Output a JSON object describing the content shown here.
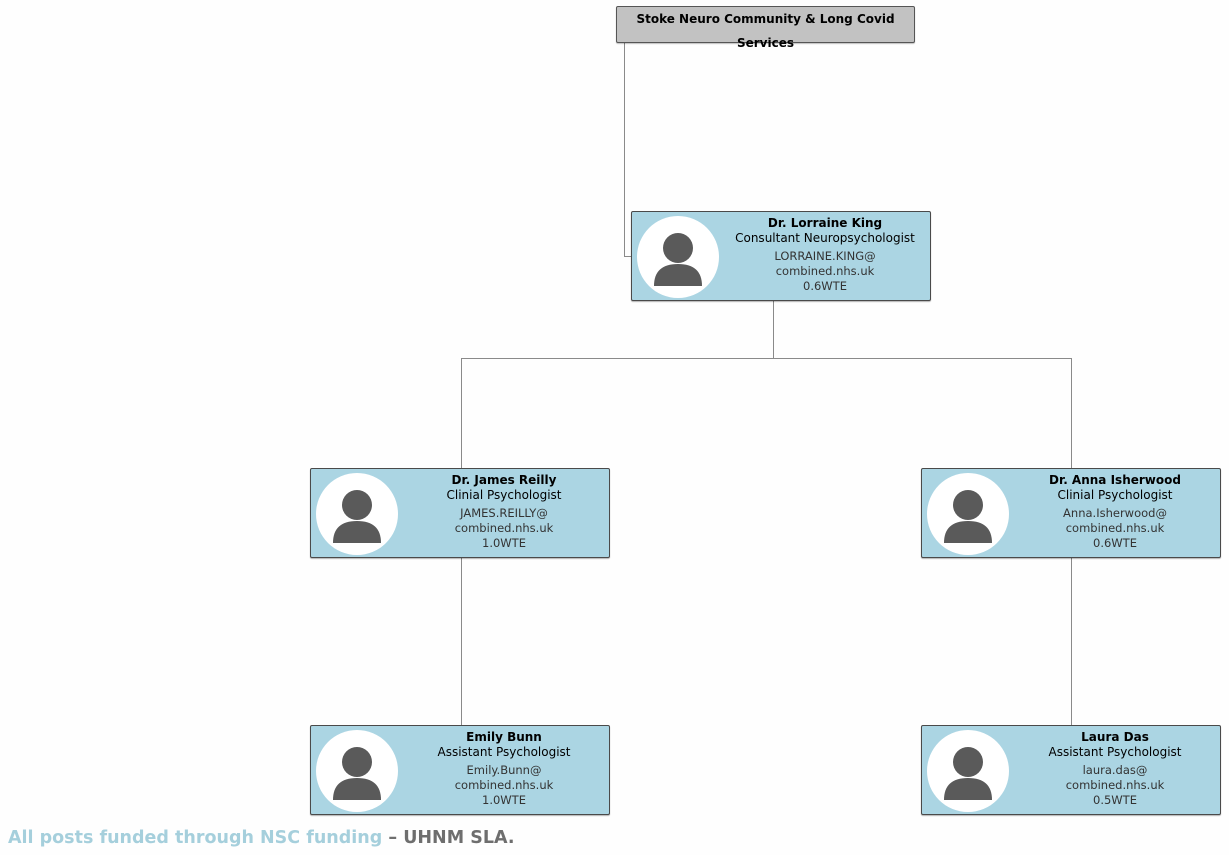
{
  "root": {
    "label": "Stoke Neuro Community & Long Covid Services"
  },
  "people": [
    {
      "name": "Dr. Lorraine King",
      "title": "Consultant Neuropsychologist",
      "email1": "LORRAINE.KING@",
      "email2": "combined.nhs.uk",
      "wte": "0.6WTE"
    },
    {
      "name": "Dr. James Reilly",
      "title": "Clinial Psychologist",
      "email1": "JAMES.REILLY@",
      "email2": "combined.nhs.uk",
      "wte": "1.0WTE"
    },
    {
      "name": "Dr. Anna Isherwood",
      "title": "Clinial Psychologist",
      "email1": "Anna.Isherwood@",
      "email2": "combined.nhs.uk",
      "wte": "0.6WTE"
    },
    {
      "name": "Emily Bunn",
      "title": "Assistant Psychologist",
      "email1": "Emily.Bunn@",
      "email2": "combined.nhs.uk",
      "wte": "1.0WTE"
    },
    {
      "name": "Laura Das",
      "title": "Assistant Psychologist",
      "email1": "laura.das@",
      "email2": "combined.nhs.uk",
      "wte": "0.5WTE"
    }
  ],
  "footer": {
    "part1": "All posts funded through NSC funding",
    "part2": " – UHNM SLA."
  },
  "icons": {
    "avatar": "person-silhouette-icon"
  },
  "colors": {
    "card": "#abd5e3",
    "root": "#c2c2c2",
    "footer_accent": "#a5cfdc",
    "footer_text": "#6e6e6e"
  }
}
